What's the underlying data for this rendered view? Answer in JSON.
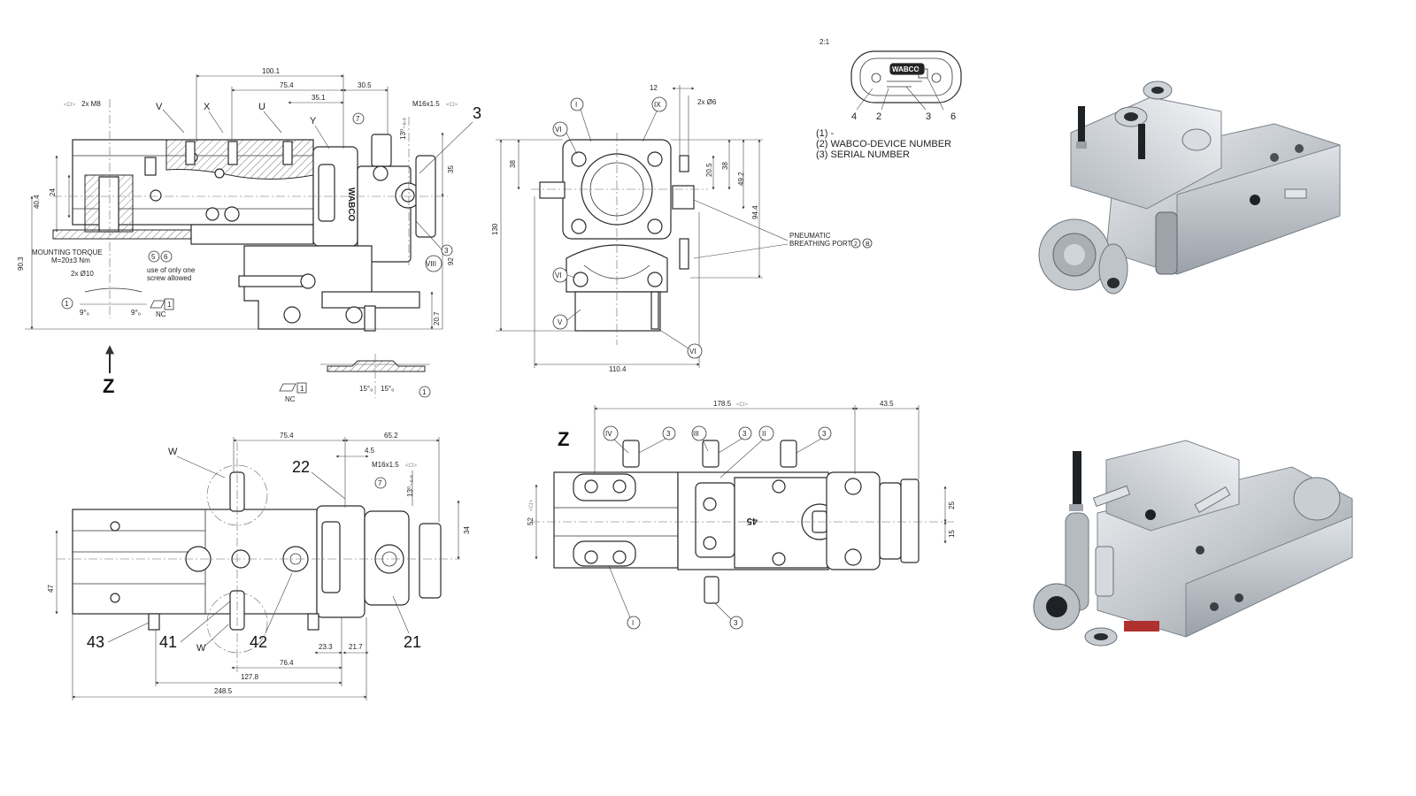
{
  "scale_note": "2:1",
  "legend": {
    "line1": "(1) -",
    "line2": "(2) WABCO-DEVICE NUMBER",
    "line3": "(3) SERIAL NUMBER"
  },
  "label_callouts": [
    "4",
    "2",
    "3",
    "6"
  ],
  "brand": "WABCO",
  "view_label": "Z",
  "top_left_view": {
    "dims": {
      "d100_1": "100.1",
      "d75_4": "75.4",
      "d35_1": "35.1",
      "d30_5": "30.5",
      "d40_4": "40.4",
      "d24": "24",
      "d90_3": "90.3",
      "d35": "35",
      "d92": "92",
      "d20_7": "20.7",
      "d13": "13⁰₋₀.₅",
      "d9a": "9°₀",
      "d9b": "9°₀",
      "d15a": "15°₀",
      "d15b": "15°₀"
    },
    "notes": {
      "m8": "2x M8",
      "m16": "M16x1.5",
      "ci": "<CI>",
      "mount1": "MOUNTING TORQUE",
      "mount2": "M=20±3 Nm",
      "phi10": "2x Ø10",
      "use1": "use of only one",
      "use2": "screw allowed",
      "nc": "NC"
    },
    "callouts": [
      "V",
      "X",
      "U",
      "Y",
      "7",
      "3",
      "3",
      "VIII",
      "5",
      "6",
      "1",
      "1",
      "1",
      "1"
    ]
  },
  "top_middle_view": {
    "dims": {
      "d12": "12",
      "d2x6": "2x Ø6",
      "d38a": "38",
      "d38b": "38",
      "d20_5": "20.5",
      "d49_2": "49.2",
      "d94_4": "94.4",
      "d130": "130",
      "d110_4": "110.4"
    },
    "callouts": [
      "I",
      "IX",
      "VI",
      "VI",
      "V",
      "VI"
    ],
    "pneumatic1": "PNEUMATIC",
    "pneumatic2": "BREATHING PORT",
    "pneumatic_nums": [
      "2",
      "B"
    ]
  },
  "bottom_left_view": {
    "dims": {
      "d75_4": "75.4",
      "d65_2": "65.2",
      "d4_5": "4.5",
      "d47": "47",
      "d34": "34",
      "d13": "13⁰₋₀.₅",
      "d23_3": "23.3",
      "d21_7": "21.7",
      "d76_4": "76.4",
      "d127_8": "127.8",
      "d248_5": "248.5"
    },
    "m16": "M16x1.5",
    "ci": "<CI>",
    "callouts": [
      "W",
      "W",
      "22",
      "7",
      "43",
      "41",
      "42",
      "21"
    ]
  },
  "bottom_middle_view": {
    "dims": {
      "d178_5": "178.5",
      "d43_5": "43.5",
      "d52": "52",
      "d25": "25",
      "d15": "15"
    },
    "ci": "<CI>",
    "plate_text": "45",
    "callouts": [
      "IV",
      "3",
      "III",
      "3",
      "II",
      "3",
      "I",
      "3"
    ]
  },
  "photos": [
    "valve-unit-render-front",
    "valve-unit-render-rear"
  ]
}
